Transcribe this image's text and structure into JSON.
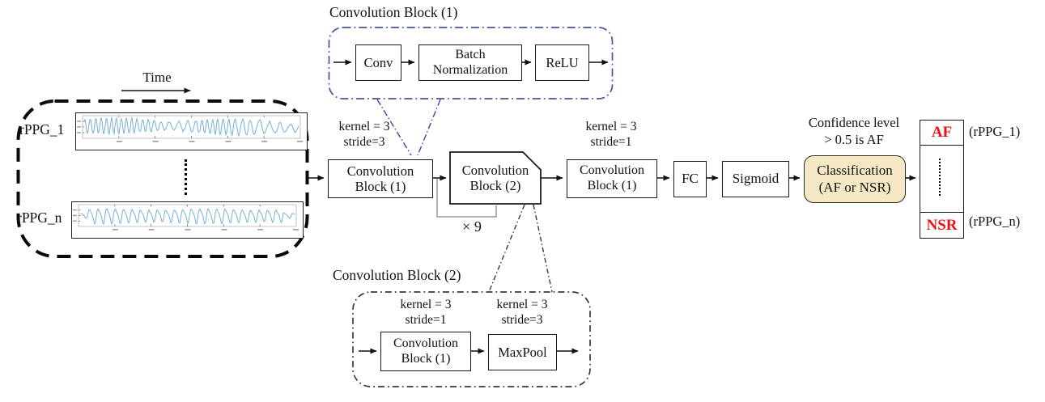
{
  "colors": {
    "detail1_border_blue": "#44549c",
    "detail2_border_dark": "#3a3a3a",
    "signal_blue": "#74b0d8",
    "classification_fill": "#f5e8c4",
    "result_red": "#ee1111",
    "loop_gray": "#999999"
  },
  "input_group": {
    "time_label": "Time",
    "signals": [
      {
        "label": "rPPG_1",
        "waveform": "irregular"
      },
      {
        "label": "rPPG_n",
        "waveform": "regular"
      }
    ]
  },
  "main_flow": {
    "cb1_first": {
      "line1": "Convolution",
      "line2": "Block (1)",
      "kernel": "kernel = 3",
      "stride": "stride=3"
    },
    "cb2": {
      "line1": "Convolution",
      "line2": "Block (2)",
      "repeat_label": "× 9"
    },
    "cb1_second": {
      "line1": "Convolution",
      "line2": "Block (1)",
      "kernel": "kernel = 3",
      "stride": "stride=1"
    },
    "fc_label": "FC",
    "sigmoid_label": "Sigmoid",
    "classification": {
      "line1": "Classification",
      "line2": "(AF or NSR)",
      "note1": "Confidence level",
      "note2": "> 0.5 is AF"
    },
    "output": {
      "top_class": "AF",
      "bottom_class": "NSR",
      "top_ref": "(rPPG_1)",
      "bottom_ref": "(rPPG_n)"
    }
  },
  "detail_cb1": {
    "title": "Convolution Block (1)",
    "conv": "Conv",
    "bn_line1": "Batch",
    "bn_line2": "Normalization",
    "relu": "ReLU"
  },
  "detail_cb2": {
    "title": "Convolution Block (2)",
    "cb1": {
      "line1": "Convolution",
      "line2": "Block (1)",
      "kernel": "kernel = 3",
      "stride": "stride=1"
    },
    "maxpool": {
      "label": "MaxPool",
      "kernel": "kernel = 3",
      "stride": "stride=3"
    }
  }
}
